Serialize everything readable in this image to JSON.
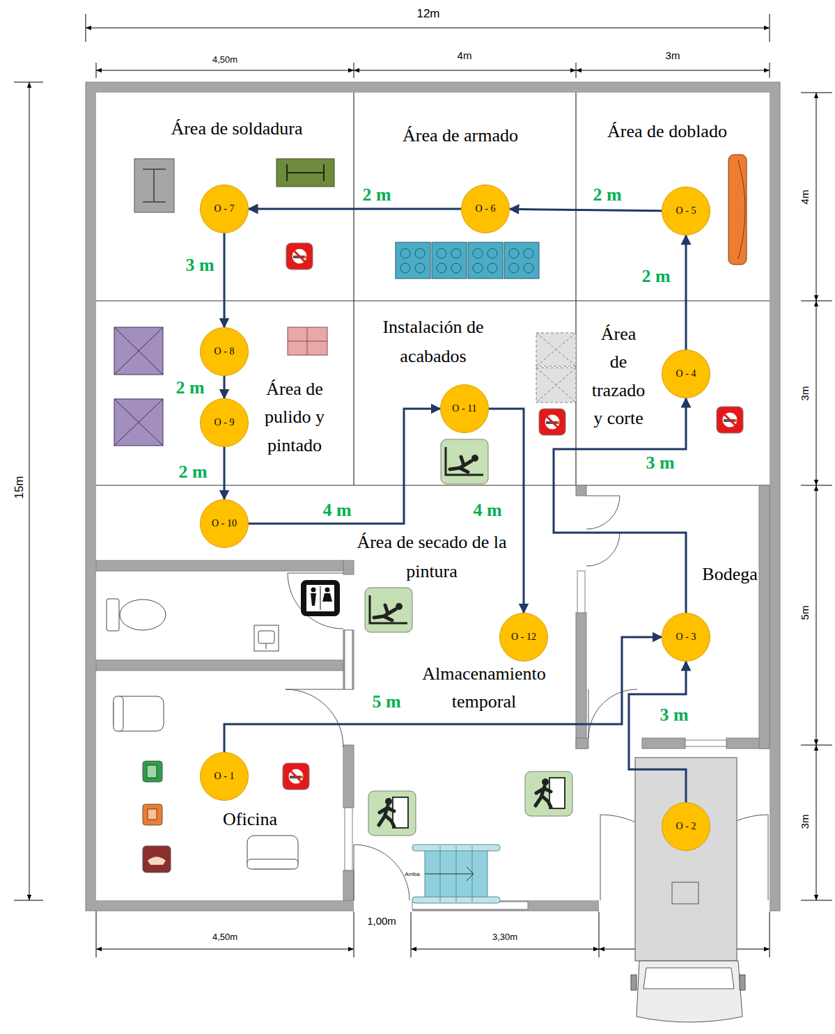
{
  "diagram": {
    "nodes": [
      {
        "text": [
          "O - 1"
        ]
      },
      {
        "text": [
          "O - 2"
        ]
      },
      {
        "text": [
          "O - 3"
        ]
      },
      {
        "text": [
          "O - 4"
        ]
      },
      {
        "text": [
          "O - 5"
        ]
      },
      {
        "text": [
          "O - 6"
        ]
      },
      {
        "text": [
          "O - 7"
        ]
      },
      {
        "text": [
          "O - 8"
        ]
      },
      {
        "text": [
          "O - 9"
        ]
      },
      {
        "text": [
          "O - 10"
        ]
      },
      {
        "text": [
          "O - 11"
        ]
      },
      {
        "text": [
          "O - 12"
        ]
      }
    ],
    "edges": [
      {
        "from": 0,
        "to": 2,
        "arrow": "to",
        "label": "5 m"
      },
      {
        "from": 1,
        "to": 2,
        "arrow": "to",
        "label": "3 m"
      },
      {
        "from": 2,
        "to": 3,
        "arrow": "to",
        "label": "3 m"
      },
      {
        "from": 3,
        "to": 4,
        "arrow": "to",
        "label": "2 m"
      },
      {
        "from": 4,
        "to": 5,
        "arrow": "to",
        "label": "2 m"
      },
      {
        "from": 5,
        "to": 6,
        "arrow": "to",
        "label": "2 m"
      },
      {
        "from": 6,
        "to": 7,
        "arrow": "to",
        "label": "3 m"
      },
      {
        "from": 7,
        "to": 8,
        "arrow": "to",
        "label": "2 m"
      },
      {
        "from": 8,
        "to": 9,
        "arrow": "to",
        "label": "2 m"
      },
      {
        "from": 9,
        "to": 10,
        "arrow": "to",
        "label": "4 m"
      },
      {
        "from": 10,
        "to": 11,
        "arrow": "to",
        "label": "4 m"
      }
    ],
    "labels": [
      "12m",
      "4,50m",
      "4m",
      "3m",
      "15m",
      "4m",
      "3m",
      "5m",
      "3m",
      "Área de soldadura",
      "Área de armado",
      "Área de doblado",
      "Instalación de acabados",
      "Área de pulido y pintado",
      "Área de trazado y corte",
      "Área de secado de la pintura",
      "Bodega",
      "Almacenamiento temporal",
      "Oficina",
      "4,50m",
      "1,00m",
      "3,30m",
      "Arriba"
    ]
  }
}
